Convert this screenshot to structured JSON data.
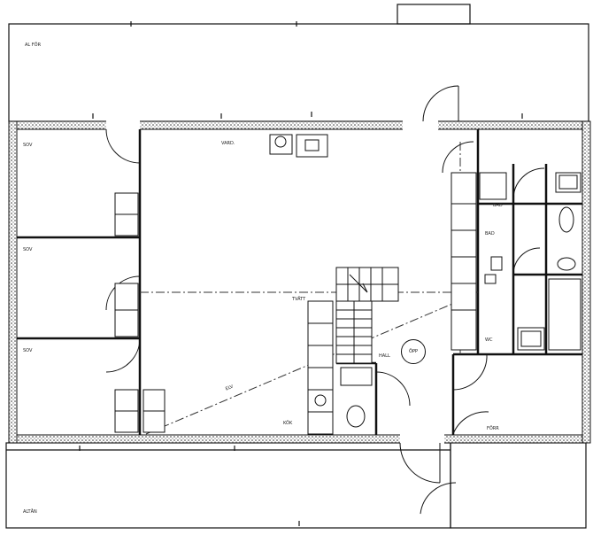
{
  "labels": {
    "terrace_top": "AL FÖR",
    "terrace_bottom": "ALTÅN",
    "room_1": "SOV",
    "room_2": "SOV",
    "room_3": "SOV",
    "living": "VARD.",
    "hall": "HALL",
    "bath_1": "BAD",
    "bath_2": "BAD",
    "wc": "WC",
    "kitchen": "KÖK",
    "laundry": "TVÄTT",
    "storage": "FÖRR",
    "diag": "ELV",
    "circle": "ÖPP"
  },
  "colors": {
    "wall": "#111111",
    "line": "#222222",
    "paper": "#ffffff"
  }
}
